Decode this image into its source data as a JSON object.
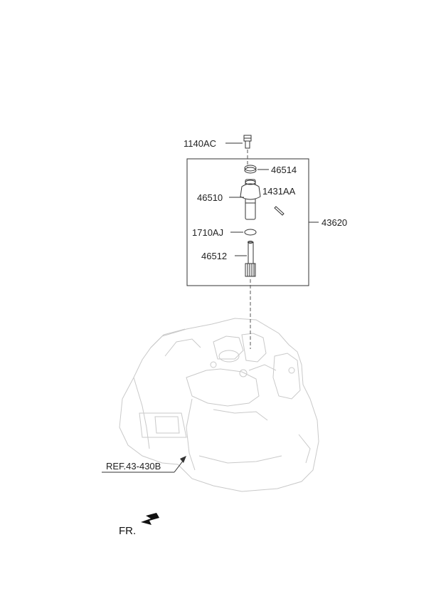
{
  "labels": {
    "bolt": "1140AC",
    "seal": "46514",
    "sleeve": "46510",
    "pin": "1431AA",
    "assembly": "43620",
    "oring": "1710AJ",
    "gear": "46512",
    "reference": "REF.43-430B",
    "front": "FR."
  },
  "icons": {
    "front_arrow": "arrow-down-left-icon"
  },
  "colors": {
    "line": "#333333",
    "ghost_outline": "#c9c9c9",
    "text": "#222222"
  }
}
